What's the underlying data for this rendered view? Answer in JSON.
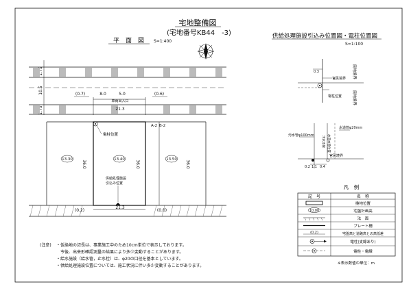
{
  "title": {
    "main": "宅地整備図",
    "sub": "(宅地番号KB44　-3)"
  },
  "plan": {
    "heading": "平　面　図",
    "scale": "S=1:400",
    "entrance_label": "車両出入口",
    "pole_label": "電柱位置",
    "facility_label_1": "供給処理施設",
    "facility_label_2": "引込み位置",
    "dims": {
      "top_8": "8.0",
      "top_5": "5.0",
      "top_21": "21.3",
      "bottom_21": "21.3",
      "paren_07": "(0.7)",
      "paren_06": "(0.6)",
      "paren_02": "(0.2)",
      "paren_00": "(0.0)",
      "depth_left": "36.0",
      "depth_mid": "36.0",
      "depth_right": "36.0",
      "road_175a": "1.75",
      "road_105": "10.5",
      "road_175b": "1.75",
      "lot_a": "A-2",
      "lot_b": "B-2"
    },
    "elevations": {
      "left": "13.30",
      "center": "13.40",
      "right": "13.50"
    }
  },
  "detail": {
    "heading": "供給処理施設引込み位置図・電柱位置図",
    "scale": "S=1:100",
    "boundary_mark_1": "民地境界",
    "boundary_mark_2": "民地境界",
    "curb": "官民境界",
    "pole": "電柱位置",
    "sewer": "汚水管φ100mm",
    "water": "水道管φ20mm",
    "curb2": "官民境界",
    "vert_1": "水道本管位置",
    "vert_2": "汚水本管",
    "dim_03": "0.3",
    "dim_11": "1.1",
    "dim_04": "0.4",
    "dim_02": "0.2"
  },
  "legend": {
    "heading": "凡　例",
    "col_symbol": "記　号",
    "col_name": "名　称",
    "rows": [
      {
        "symbol": "",
        "name": "換地位置"
      },
      {
        "symbol": "10.00",
        "name": "宅盤計画高"
      },
      {
        "symbol": "",
        "name": "法　面"
      },
      {
        "symbol": "",
        "name": "プレート柵"
      },
      {
        "symbol": "(0.2)",
        "name": "宅盤高と道路高との高低差"
      },
      {
        "symbol": "",
        "name": "電柱(支線あり)"
      },
      {
        "symbol": "",
        "name": "電柱・電線"
      }
    ],
    "unit_note": "※表示数値の単位：m"
  },
  "notes": {
    "label": "(注意)",
    "lines": [
      "・仮換地の辺長は、事業施工中のため10cm単位で表示しております。",
      "　今後、出来形確認測量の結果により多少変動することがあります。",
      "・給水施設（給水管，止水栓）は、φ20の口径を基本としています。",
      "・供給処理施設位置については、施工状況に伴い多少変動することがあります。"
    ]
  }
}
